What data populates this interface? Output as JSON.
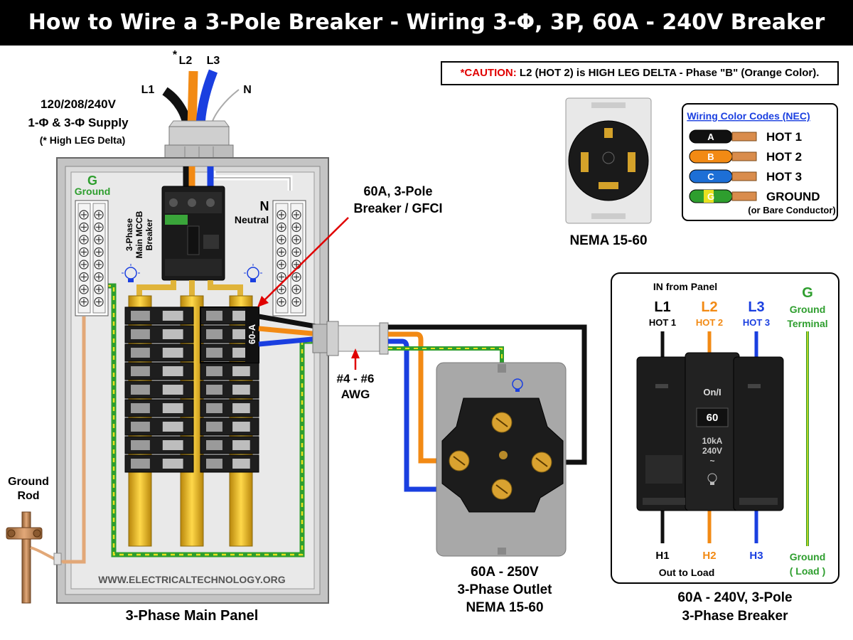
{
  "title": "How to Wire a 3-Pole Breaker - Wiring 3-Φ, 3P, 60A - 240V Breaker",
  "caution": {
    "prefix": "*CAUTION:",
    "text": "L2 (HOT 2) is HIGH LEG DELTA - Phase \"B\" (Orange Color)."
  },
  "supply": {
    "l1": "L1",
    "l2": "L2",
    "l2_mark": "*",
    "l3": "L3",
    "n": "N",
    "line1": "120/208/240V",
    "line2": "1-Φ & 3-Φ Supply",
    "line3": "(* High LEG Delta)"
  },
  "panel": {
    "ground_letter": "G",
    "ground_word": "Ground",
    "mccb_line1": "3-Phase",
    "mccb_line2": "Main MCCB",
    "mccb_line3": "Breaker",
    "neutral_letter": "N",
    "neutral_word": "Neutral",
    "breaker_rating": "60-A",
    "website": "WWW.ELECTRICALTECHNOLOGY.ORG",
    "caption": "3-Phase Main Panel"
  },
  "callouts": {
    "breaker_line1": "60A, 3-Pole",
    "breaker_line2": "Breaker / GFCI",
    "awg_line1": "#4 - #6",
    "awg_line2": "AWG"
  },
  "ground_rod": {
    "line1": "Ground",
    "line2": "Rod"
  },
  "nema_receptacle": {
    "caption": "NEMA 15-60"
  },
  "legend": {
    "title": "Wiring Color Codes (NEC)",
    "items": [
      {
        "letter": "A",
        "label": "HOT 1",
        "color": "#111111"
      },
      {
        "letter": "B",
        "label": "HOT 2",
        "color": "#f28a14"
      },
      {
        "letter": "C",
        "label": "HOT 3",
        "color": "#1d6fd6"
      },
      {
        "letter": "G",
        "label": "GROUND",
        "color": "#2e9e2e"
      }
    ],
    "note": "(or Bare Conductor)"
  },
  "outlet": {
    "line1": "60A - 250V",
    "line2": "3-Phase Outlet",
    "line3": "NEMA 15-60"
  },
  "breaker_detail": {
    "in_label": "IN from Panel",
    "l1": "L1",
    "l1_hot": "HOT 1",
    "l2": "L2",
    "l2_hot": "HOT 2",
    "l3": "L3",
    "l3_hot": "HOT 3",
    "g": "G",
    "g_line1": "Ground",
    "g_line2": "Terminal",
    "on_label": "On/I",
    "amp": "60",
    "ka": "10kA",
    "volt": "240V",
    "ac": "~",
    "h1": "H1",
    "h2": "H2",
    "h3": "H3",
    "ground_out1": "Ground",
    "ground_out2": "( Load )",
    "out_label": "Out to Load",
    "caption1": "60A - 240V, 3-Pole",
    "caption2": "3-Phase Breaker"
  },
  "colors": {
    "black": "#111111",
    "orange": "#f28a14",
    "blue": "#1a3fe0",
    "green": "#2e9e2e",
    "yellow": "#e8e020",
    "copper": "#c98a5a",
    "red": "#e00000"
  }
}
